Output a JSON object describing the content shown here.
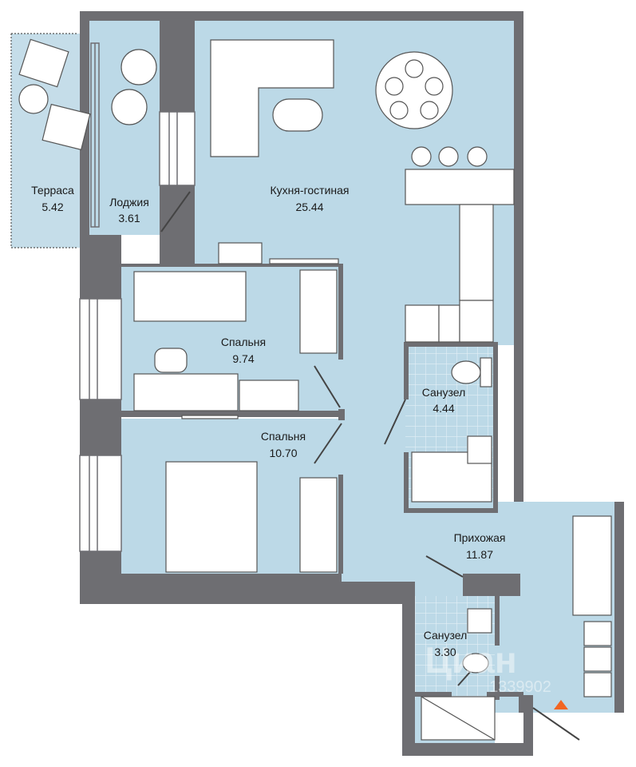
{
  "rooms": {
    "terrace": {
      "name": "Терраса",
      "area": "5.42"
    },
    "loggia": {
      "name": "Лоджия",
      "area": "3.61"
    },
    "kitchen_living": {
      "name": "Кухня-гостиная",
      "area": "25.44"
    },
    "bedroom_small": {
      "name": "Спальня",
      "area": "9.74"
    },
    "bedroom_large": {
      "name": "Спальня",
      "area": "10.70"
    },
    "bathroom_main": {
      "name": "Санузел",
      "area": "4.44"
    },
    "hallway": {
      "name": "Прихожая",
      "area": "11.87"
    },
    "bathroom_small": {
      "name": "Санузел",
      "area": "3.30"
    }
  },
  "watermark": {
    "text": "Циан",
    "id": "1339902"
  },
  "colors": {
    "floor": "#bcd9e7",
    "wall": "#6e6e72",
    "terrace": "#c5dde9",
    "tile_grid": "#dfeef5",
    "entrance_marker": "#f26522"
  },
  "icons": {
    "entrance": "entrance-triangle-icon"
  }
}
